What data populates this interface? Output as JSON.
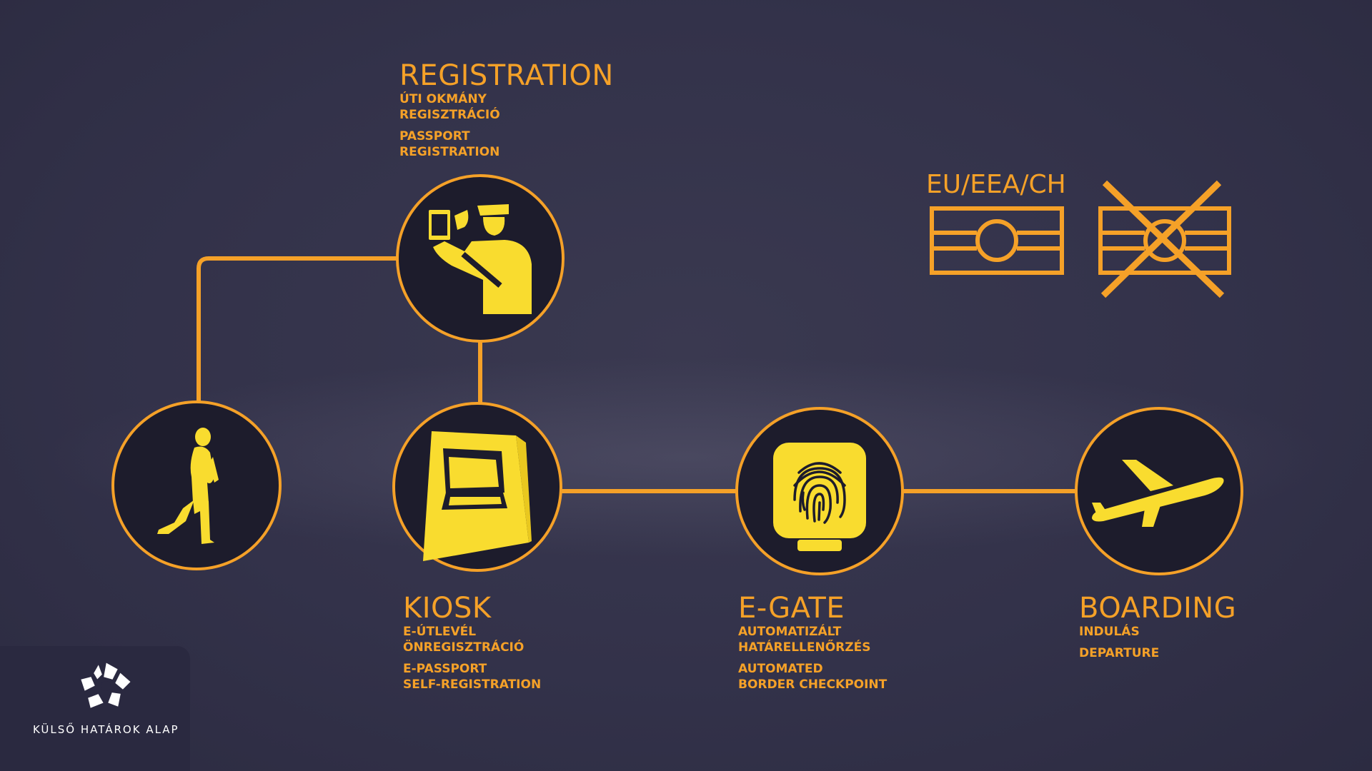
{
  "steps": {
    "registration": {
      "title": "REGISTRATION",
      "hu": [
        "ÚTI OKMÁNY",
        "REGISZTRÁCIÓ"
      ],
      "en": [
        "PASSPORT",
        "REGISTRATION"
      ],
      "icon": "passport-officer-icon"
    },
    "kiosk": {
      "title": "KIOSK",
      "hu": [
        "E-ÚTLEVÉL",
        "ÖNREGISZTRÁCIÓ"
      ],
      "en": [
        "E-PASSPORT",
        "SELF-REGISTRATION"
      ],
      "icon": "kiosk-icon"
    },
    "egate": {
      "title": "E-GATE",
      "hu": [
        "AUTOMATIZÁLT",
        "HATÁRELLENŐRZÉS"
      ],
      "en": [
        "AUTOMATED",
        "BORDER CHECKPOINT"
      ],
      "icon": "fingerprint-icon"
    },
    "boarding": {
      "title": "BOARDING",
      "hu": [
        "INDULÁS"
      ],
      "en": [
        "DEPARTURE"
      ],
      "icon": "airplane-icon"
    },
    "traveler": {
      "icon": "walking-person-icon"
    }
  },
  "eligibility": {
    "label": "EU/EEA/CH"
  },
  "footer": {
    "logo_text": "KÜLSŐ HATÁROK ALAP"
  },
  "colors": {
    "accent": "#f5a128",
    "icon_fill": "#f9dc2f",
    "circle_fill": "#1d1c2c",
    "background": "#35344b"
  }
}
